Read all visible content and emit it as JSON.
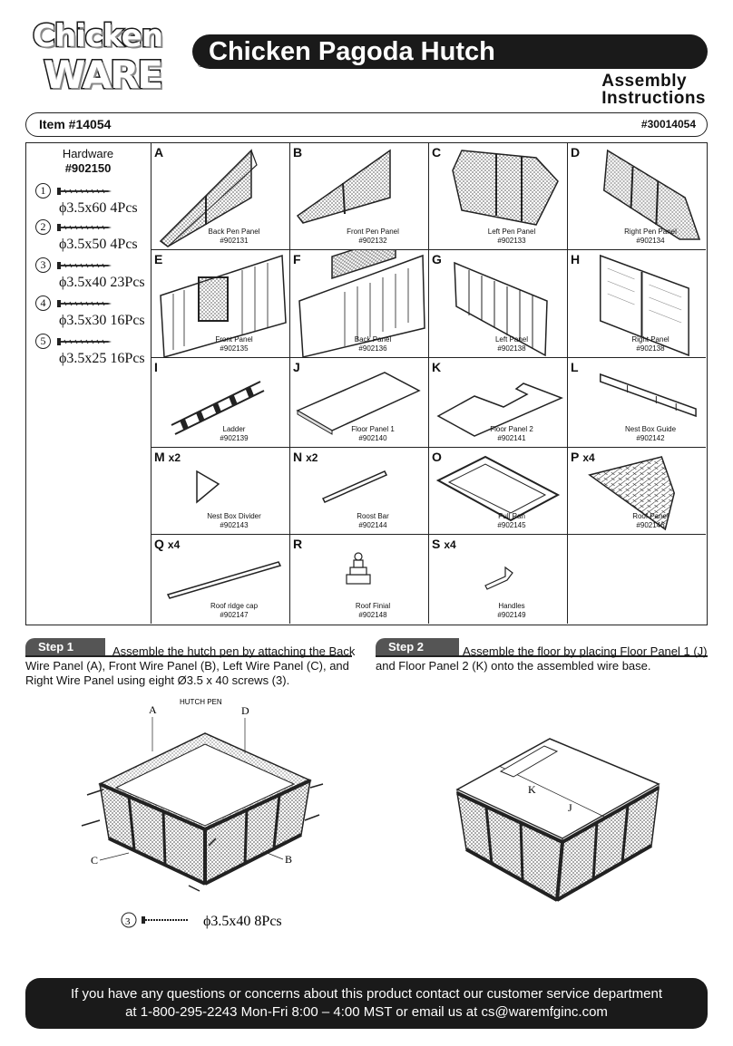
{
  "logo": {
    "line1": "Chicken",
    "line2": "WARE",
    "reg": "®"
  },
  "header": {
    "title": "Chicken Pagoda Hutch",
    "subtitle_line1": "Assembly",
    "subtitle_line2": "Instructions"
  },
  "item_bar": {
    "item": "Item #14054",
    "code": "#30014054"
  },
  "hardware": {
    "title": "Hardware",
    "code": "#902150",
    "items": [
      {
        "num": "1",
        "spec": "ϕ3.5x60   4Pcs"
      },
      {
        "num": "2",
        "spec": "ϕ3.5x50   4Pcs"
      },
      {
        "num": "3",
        "spec": "ϕ3.5x40  23Pcs"
      },
      {
        "num": "4",
        "spec": "ϕ3.5x30  16Pcs"
      },
      {
        "num": "5",
        "spec": "ϕ3.5x25  16Pcs"
      }
    ]
  },
  "parts": [
    {
      "letter": "A",
      "qty": "",
      "name": "Back Pen Panel",
      "code": "#902131"
    },
    {
      "letter": "B",
      "qty": "",
      "name": "Front Pen Panel",
      "code": "#902132"
    },
    {
      "letter": "C",
      "qty": "",
      "name": "Left Pen Panel",
      "code": "#902133"
    },
    {
      "letter": "D",
      "qty": "",
      "name": "Right Pen Panel",
      "code": "#902134"
    },
    {
      "letter": "E",
      "qty": "",
      "name": "Front Panel",
      "code": "#902135"
    },
    {
      "letter": "F",
      "qty": "",
      "name": "Back Panel",
      "code": "#902136"
    },
    {
      "letter": "G",
      "qty": "",
      "name": "Left Panel",
      "code": "#902138"
    },
    {
      "letter": "H",
      "qty": "",
      "name": "Right  Panel",
      "code": "#902138"
    },
    {
      "letter": "I",
      "qty": "",
      "name": "Ladder",
      "code": "#902139"
    },
    {
      "letter": "J",
      "qty": "",
      "name": "Floor Panel 1",
      "code": "#902140"
    },
    {
      "letter": "K",
      "qty": "",
      "name": "Floor Panel 2",
      "code": "#902141"
    },
    {
      "letter": "L",
      "qty": "",
      "name": "Nest Box Guide",
      "code": "#902142"
    },
    {
      "letter": "M",
      "qty": "x2",
      "name": "Nest Box Divider",
      "code": "#902143"
    },
    {
      "letter": "N",
      "qty": "x2",
      "name": "Roost Bar",
      "code": "#902144"
    },
    {
      "letter": "O",
      "qty": "",
      "name": "Pull Pan",
      "code": "#902145"
    },
    {
      "letter": "P",
      "qty": "x4",
      "name": "Roof  Panel",
      "code": "#902146"
    },
    {
      "letter": "Q",
      "qty": "x4",
      "name": "Roof ridge cap",
      "code": "#902147"
    },
    {
      "letter": "R",
      "qty": "",
      "name": "Roof Finial",
      "code": "#902148"
    },
    {
      "letter": "S",
      "qty": "x4",
      "name": "Handles",
      "code": "#902149"
    }
  ],
  "steps": [
    {
      "label": "Step 1",
      "text": "Assemble the hutch pen by attaching the Back Wire Panel (A), Front Wire Panel (B), Left Wire Panel (C), and Right Wire Panel using eight Ø3.5 x 40 screws (3).",
      "diagram_title": "HUTCH PEN",
      "callouts": [
        "A",
        "D",
        "C",
        "B"
      ],
      "screw_num": "3",
      "screw_spec": "ϕ3.5x40  8Pcs"
    },
    {
      "label": "Step 2",
      "text": "Assemble the floor by placing Floor Panel 1 (J) and Floor Panel 2 (K) onto the assembled wire base.",
      "callouts": [
        "K",
        "J"
      ]
    }
  ],
  "footer": {
    "line1": "If you have any questions or concerns about this product contact our customer service department",
    "line2": "at 1-800-295-2243 Mon-Fri 8:00 – 4:00 MST or email us at cs@waremfginc.com"
  }
}
